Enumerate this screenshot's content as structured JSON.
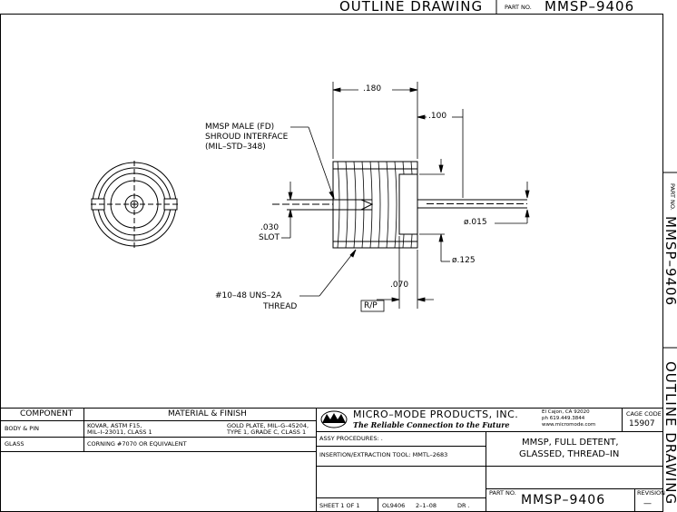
{
  "header": {
    "title": "OUTLINE DRAWING",
    "part_no_label": "PART NO.",
    "part_no": "MMSP–9406"
  },
  "side": {
    "part_no_label": "PART NO.",
    "part_no": "MMSP–9406",
    "title": "OUTLINE DRAWING"
  },
  "drawing": {
    "dim_180": ".180",
    "dim_100": ".100",
    "dim_015": "ø.015",
    "dim_125": "ø.125",
    "dim_070": ".070",
    "dim_030": ".030",
    "slot": "SLOT",
    "callout_1": "MMSP MALE (FD)",
    "callout_2": "SHROUD INTERFACE",
    "callout_3": "(MIL–STD–348)",
    "thread_1": "#10–48 UNS–2A",
    "thread_2": "THREAD",
    "rp": "R/P"
  },
  "table": {
    "component_header": "COMPONENT",
    "material_header": "MATERIAL & FINISH",
    "rows": [
      {
        "component": "BODY & PIN",
        "mat_left_1": "KOVAR, ASTM F15,",
        "mat_left_2": "MIL–I–23011, CLASS 1",
        "mat_right_1": "GOLD PLATE, MIL–G–45204,",
        "mat_right_2": "TYPE 1, GRADE C, CLASS 1"
      },
      {
        "component": "GLASS",
        "mat_left_1": "CORNING #7070 OR EQUIVALENT",
        "mat_left_2": "",
        "mat_right_1": "",
        "mat_right_2": ""
      }
    ]
  },
  "company": {
    "name": "MICRO–MODE PRODUCTS, INC.",
    "tagline": "The Reliable Connection to the Future",
    "city": "El Cajon, CA  92020",
    "phone": "ph  619.449.3844",
    "web": "www.micromode.com",
    "cage_label": "CAGE CODE",
    "cage": "15907"
  },
  "title_block": {
    "assy": "ASSY PROCEDURES: .",
    "tool": "INSERTION/EXTRACTION TOOL:  MMTL–2683",
    "desc_1": "MMSP,  FULL DETENT,",
    "desc_2": "GLASSED,  THREAD–IN",
    "part_no_label": "PART NO.",
    "part_no": "MMSP–9406",
    "revision_label": "REVISION",
    "revision": "—",
    "sheet": "SHEET  1  OF  1",
    "drawing_no": "OL9406",
    "date": "2–1–08",
    "drawn_by": "DR  ."
  }
}
